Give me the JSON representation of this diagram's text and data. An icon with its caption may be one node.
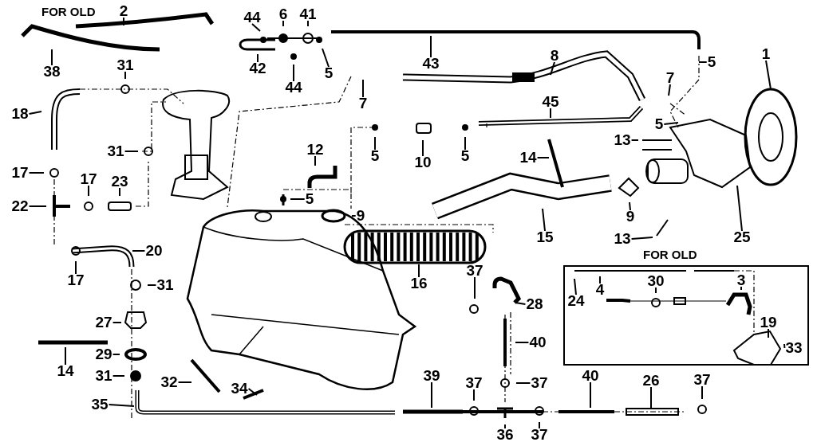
{
  "diagram": {
    "nodes": [
      {
        "text": [
          "2"
        ]
      },
      {
        "text": [
          "38"
        ]
      },
      {
        "text": [
          "44"
        ]
      },
      {
        "text": [
          "6"
        ]
      },
      {
        "text": [
          "41"
        ]
      },
      {
        "text": [
          "5"
        ]
      },
      {
        "text": [
          "42"
        ]
      },
      {
        "text": [
          "44"
        ]
      },
      {
        "text": [
          "43"
        ]
      },
      {
        "text": [
          "8"
        ]
      },
      {
        "text": [
          "5"
        ]
      },
      {
        "text": [
          "1"
        ]
      },
      {
        "text": [
          "31"
        ]
      },
      {
        "text": [
          "7"
        ]
      },
      {
        "text": [
          "7"
        ]
      },
      {
        "text": [
          "45"
        ]
      },
      {
        "text": [
          "18"
        ]
      },
      {
        "text": [
          "31"
        ]
      },
      {
        "text": [
          "5"
        ]
      },
      {
        "text": [
          "10"
        ]
      },
      {
        "text": [
          "5"
        ]
      },
      {
        "text": [
          "13"
        ]
      },
      {
        "text": [
          "5"
        ]
      },
      {
        "text": [
          "12"
        ]
      },
      {
        "text": [
          "14"
        ]
      },
      {
        "text": [
          "17"
        ]
      },
      {
        "text": [
          "17"
        ]
      },
      {
        "text": [
          "23"
        ]
      },
      {
        "text": [
          "22"
        ]
      },
      {
        "text": [
          "5"
        ]
      },
      {
        "text": [
          "9"
        ]
      },
      {
        "text": [
          "9"
        ]
      },
      {
        "text": [
          "13"
        ]
      },
      {
        "text": [
          "15"
        ]
      },
      {
        "text": [
          "25"
        ]
      },
      {
        "text": [
          "17"
        ]
      },
      {
        "text": [
          "20"
        ]
      },
      {
        "text": [
          "31"
        ]
      },
      {
        "text": [
          "16"
        ]
      },
      {
        "text": [
          "37"
        ]
      },
      {
        "text": [
          "28"
        ]
      },
      {
        "text": [
          "27"
        ]
      },
      {
        "text": [
          "40"
        ]
      },
      {
        "text": [
          "14"
        ]
      },
      {
        "text": [
          "29"
        ]
      },
      {
        "text": [
          "31"
        ]
      },
      {
        "text": [
          "32"
        ]
      },
      {
        "text": [
          "34"
        ]
      },
      {
        "text": [
          "35"
        ]
      },
      {
        "text": [
          "39"
        ]
      },
      {
        "text": [
          "37"
        ]
      },
      {
        "text": [
          "37"
        ]
      },
      {
        "text": [
          "40"
        ]
      },
      {
        "text": [
          "26"
        ]
      },
      {
        "text": [
          "37"
        ]
      },
      {
        "text": [
          "36"
        ]
      },
      {
        "text": [
          "37"
        ]
      },
      {
        "text": [
          "FOR OLD"
        ]
      },
      {
        "text": [
          "4"
        ],
        "in": 57
      },
      {
        "text": [
          "24"
        ],
        "in": 57
      },
      {
        "text": [
          "30"
        ],
        "in": 57
      },
      {
        "text": [
          "3"
        ],
        "in": 57
      },
      {
        "text": [
          "19"
        ],
        "in": 57
      },
      {
        "text": [
          "33"
        ],
        "in": 57
      }
    ],
    "edges": [
      {
        "from": 0,
        "to": null,
        "arrow": "none"
      },
      {
        "from": 1,
        "to": null,
        "arrow": "none"
      },
      {
        "from": 2,
        "to": null,
        "arrow": "none"
      },
      {
        "from": 3,
        "to": null,
        "arrow": "none"
      },
      {
        "from": 4,
        "to": null,
        "arrow": "none"
      },
      {
        "from": 5,
        "to": null,
        "arrow": "none"
      },
      {
        "from": 6,
        "to": null,
        "arrow": "none"
      },
      {
        "from": 7,
        "to": null,
        "arrow": "none"
      },
      {
        "from": 8,
        "to": null,
        "arrow": "none"
      },
      {
        "from": 9,
        "to": null,
        "arrow": "none"
      },
      {
        "from": 10,
        "to": null,
        "arrow": "none"
      },
      {
        "from": 11,
        "to": null,
        "arrow": "none"
      },
      {
        "from": 12,
        "to": null,
        "arrow": "none"
      },
      {
        "from": 13,
        "to": null,
        "arrow": "none"
      },
      {
        "from": 14,
        "to": null,
        "arrow": "none"
      },
      {
        "from": 15,
        "to": null,
        "arrow": "none"
      },
      {
        "from": 16,
        "to": null,
        "arrow": "none"
      },
      {
        "from": 17,
        "to": null,
        "arrow": "none"
      },
      {
        "from": 18,
        "to": null,
        "arrow": "none"
      },
      {
        "from": 19,
        "to": null,
        "arrow": "none"
      },
      {
        "from": 20,
        "to": null,
        "arrow": "none"
      },
      {
        "from": 21,
        "to": null,
        "arrow": "none"
      },
      {
        "from": 22,
        "to": null,
        "arrow": "none"
      },
      {
        "from": 23,
        "to": null,
        "arrow": "none"
      },
      {
        "from": 24,
        "to": null,
        "arrow": "none"
      },
      {
        "from": 25,
        "to": null,
        "arrow": "none"
      },
      {
        "from": 26,
        "to": null,
        "arrow": "none"
      },
      {
        "from": 27,
        "to": null,
        "arrow": "none"
      },
      {
        "from": 28,
        "to": null,
        "arrow": "none"
      },
      {
        "from": 29,
        "to": null,
        "arrow": "none"
      },
      {
        "from": 30,
        "to": null,
        "arrow": "none"
      },
      {
        "from": 31,
        "to": null,
        "arrow": "none"
      },
      {
        "from": 32,
        "to": null,
        "arrow": "none"
      },
      {
        "from": 33,
        "to": null,
        "arrow": "none"
      },
      {
        "from": 34,
        "to": null,
        "arrow": "none"
      },
      {
        "from": 35,
        "to": null,
        "arrow": "none"
      },
      {
        "from": 36,
        "to": null,
        "arrow": "none"
      },
      {
        "from": 37,
        "to": null,
        "arrow": "none"
      },
      {
        "from": 38,
        "to": null,
        "arrow": "none"
      },
      {
        "from": 39,
        "to": null,
        "arrow": "none"
      },
      {
        "from": 40,
        "to": null,
        "arrow": "none"
      },
      {
        "from": 41,
        "to": null,
        "arrow": "none"
      },
      {
        "from": 42,
        "to": null,
        "arrow": "none"
      },
      {
        "from": 43,
        "to": null,
        "arrow": "none"
      },
      {
        "from": 44,
        "to": null,
        "arrow": "none"
      },
      {
        "from": 45,
        "to": null,
        "arrow": "none"
      },
      {
        "from": 46,
        "to": null,
        "arrow": "none"
      },
      {
        "from": 47,
        "to": null,
        "arrow": "none"
      },
      {
        "from": 48,
        "to": null,
        "arrow": "none"
      },
      {
        "from": 49,
        "to": null,
        "arrow": "none"
      },
      {
        "from": 50,
        "to": null,
        "arrow": "none"
      },
      {
        "from": 51,
        "to": null,
        "arrow": "none"
      },
      {
        "from": 52,
        "to": null,
        "arrow": "none"
      },
      {
        "from": 53,
        "to": null,
        "arrow": "none"
      },
      {
        "from": 54,
        "to": null,
        "arrow": "none"
      },
      {
        "from": 55,
        "to": null,
        "arrow": "none"
      },
      {
        "from": 56,
        "to": null,
        "arrow": "none"
      },
      {
        "from": 58,
        "to": null,
        "arrow": "none"
      },
      {
        "from": 59,
        "to": null,
        "arrow": "none"
      },
      {
        "from": 60,
        "to": null,
        "arrow": "none"
      },
      {
        "from": 61,
        "to": null,
        "arrow": "none"
      },
      {
        "from": 62,
        "to": null,
        "arrow": "none"
      },
      {
        "from": 63,
        "to": null,
        "arrow": "none"
      }
    ],
    "labels": [
      "FOR OLD"
    ]
  }
}
